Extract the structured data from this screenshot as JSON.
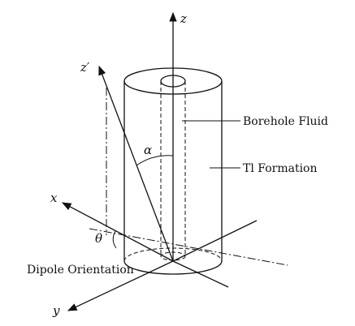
{
  "axes": {
    "z": "z",
    "z_prime": "z′",
    "x": "x",
    "y": "y"
  },
  "angles": {
    "alpha": "α",
    "theta": "θ"
  },
  "labels": {
    "borehole_fluid": "Borehole Fluid",
    "ti_formation": "Tl Formation",
    "dipole_orientation": "Dipole Orientation"
  }
}
